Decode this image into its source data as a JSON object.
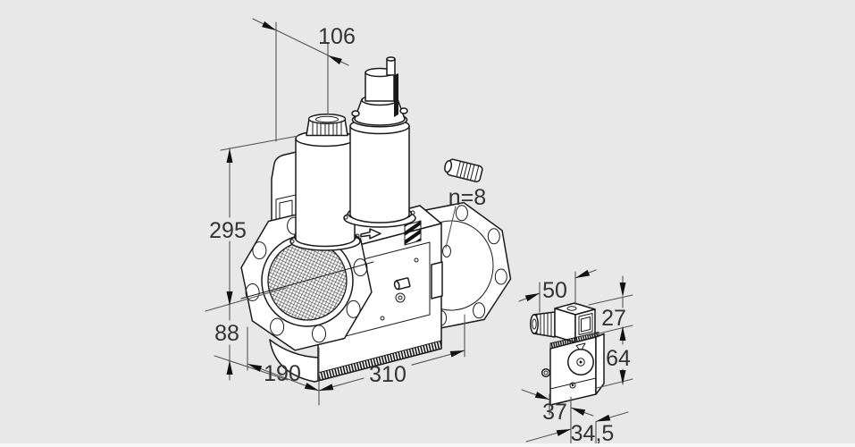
{
  "page": {
    "background": "#e8e8e8",
    "footer_strip": "#f7f7f7"
  },
  "palette": {
    "stroke": "#1a1a1a",
    "dim_line": "#555555",
    "dim_text": "#333333",
    "arrow_fill": "#111111"
  },
  "main_view": {
    "dims": {
      "width_top": "106",
      "height_total": "295",
      "height_flange_center": "88",
      "depth": "190",
      "length": "310",
      "flange_bolts": "n=8"
    }
  },
  "detail_view": {
    "dims": {
      "width_top": "50",
      "height_upper": "27",
      "height_body": "64",
      "depth_bottom": "37",
      "width_bottom": "34,5"
    }
  }
}
